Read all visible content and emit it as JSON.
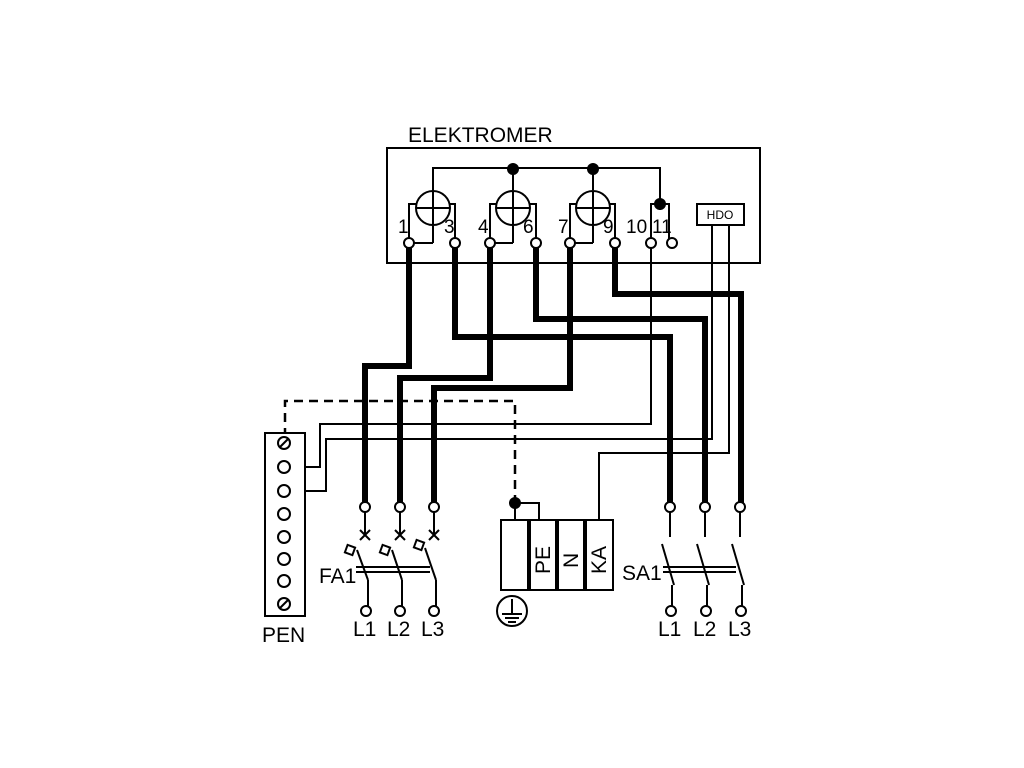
{
  "meter": {
    "title": "ELEKTROMER",
    "terminals": [
      "1",
      "3",
      "4",
      "6",
      "7",
      "9",
      "10",
      "11"
    ],
    "hdo_label": "HDO"
  },
  "pen_label": "PEN",
  "breaker": {
    "label": "FA1",
    "phases": [
      "L1",
      "L2",
      "L3"
    ]
  },
  "switch": {
    "label": "SA1",
    "phases": [
      "L1",
      "L2",
      "L3"
    ]
  },
  "blocks": [
    "PE",
    "N",
    "KA"
  ]
}
